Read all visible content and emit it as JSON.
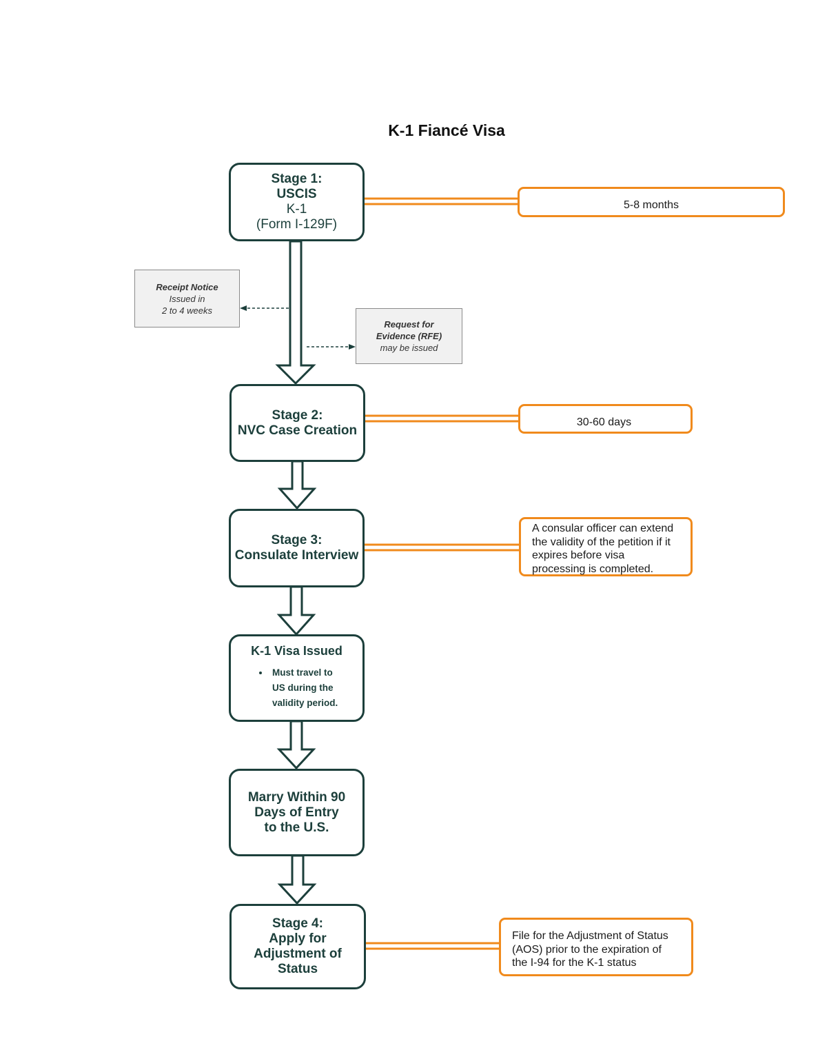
{
  "title": "K-1 Fiancé Visa",
  "stages": {
    "stage1": {
      "line1": "Stage 1:",
      "line2": "USCIS",
      "line3": "K-1",
      "line4": "(Form I-129F)"
    },
    "stage2": {
      "line1": "Stage 2:",
      "line2": "NVC Case Creation"
    },
    "stage3": {
      "line1": "Stage 3:",
      "line2": "Consulate Interview"
    },
    "visa": {
      "title": "K-1 Visa Issued",
      "bullet_lines": [
        "Must travel to",
        "US during the",
        "validity period."
      ]
    },
    "marry": {
      "line1": "Marry Within 90",
      "line2": "Days of Entry",
      "line3": "to the U.S."
    },
    "stage4": {
      "line1": "Stage 4:",
      "line2": "Apply for",
      "line3": "Adjustment of",
      "line4": "Status"
    }
  },
  "side_notes": {
    "receipt": {
      "line1": "Receipt Notice",
      "line2": "Issued in",
      "line3": "2 to 4 weeks"
    },
    "rfe": {
      "line1": "Request for",
      "line2": "Evidence (RFE)",
      "line3": "may be issued"
    }
  },
  "timing_notes": {
    "stage1": "5-8 months",
    "stage2": "30-60 days",
    "stage3": [
      "A consular officer can extend",
      "the validity of the petition if it",
      "expires before visa",
      "processing is completed."
    ],
    "stage4": [
      "File for the Adjustment of Status",
      "(AOS) prior to the expiration of",
      "the I-94 for the K-1 status"
    ]
  },
  "colors": {
    "stage_border": "#1c3f3b",
    "note_border": "#f08a1c",
    "gray_box": "#f1f1f1"
  }
}
